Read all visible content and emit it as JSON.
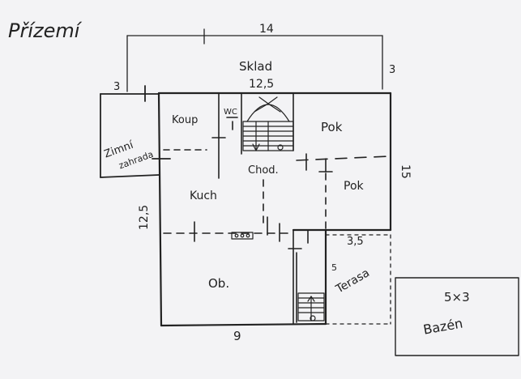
{
  "title": "Přízemí",
  "dimensions": {
    "top_overall": "14",
    "top_left_offset": "3",
    "top_right_offset": "3",
    "inner_top": "12,5",
    "left_side": "12,5",
    "right_side": "15",
    "bottom": "9",
    "terrace_width": "3,5",
    "terrace_side": "5"
  },
  "rooms": {
    "storage": "Sklad",
    "bathroom": "Koup",
    "wc": "WC",
    "winter_garden_line1": "Zimní",
    "winter_garden_line2": "zahrada",
    "room_upper": "Pok",
    "room_lower": "Pok",
    "hallway": "Chod.",
    "kitchen": "Kuch",
    "living": "Ob.",
    "terrace": "Terasa"
  },
  "pool": {
    "size": "5×3",
    "label": "Bazén"
  },
  "colors": {
    "ink": "#222222",
    "paper": "#f3f3f5"
  }
}
